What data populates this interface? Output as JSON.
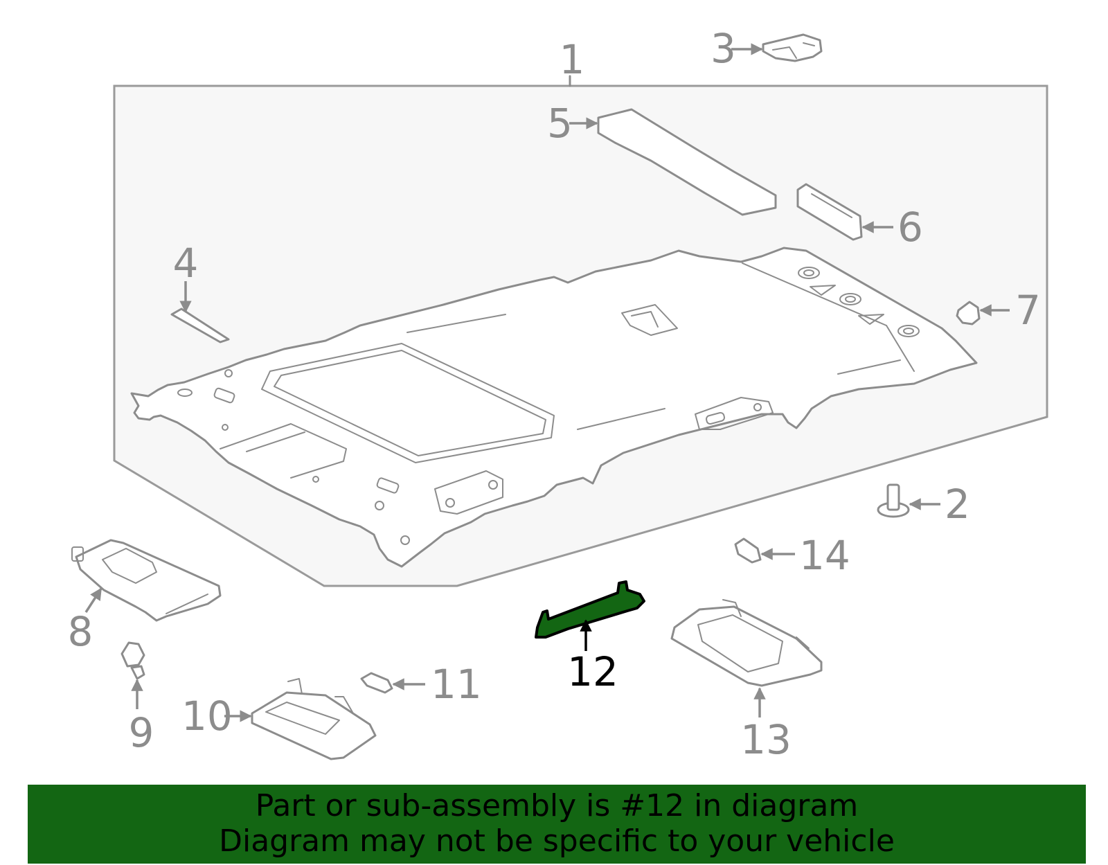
{
  "diagram": {
    "highlighted_part": "12",
    "highlight_color": "#136613",
    "line_color": "#8c8c8c",
    "callouts": [
      "1",
      "2",
      "3",
      "4",
      "5",
      "6",
      "7",
      "8",
      "9",
      "10",
      "11",
      "12",
      "13",
      "14"
    ]
  },
  "banner": {
    "line1": "Part or sub-assembly is #12 in diagram",
    "line2": "Diagram may not be specific to your vehicle",
    "background": "#136613"
  }
}
